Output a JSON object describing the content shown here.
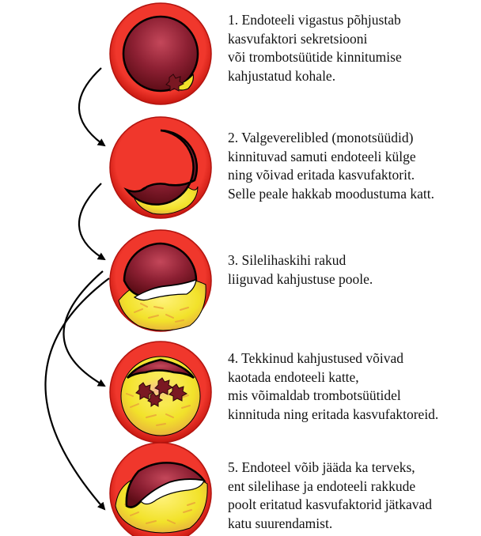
{
  "steps": [
    {
      "lines": [
        "1. Endoteeli vigastus põhjustab",
        "kasvufaktori sekretsiooni",
        "või trombotsüütide kinnitumise",
        "kahjustatud kohale."
      ]
    },
    {
      "lines": [
        "2. Valgeverelibled (monotsüüdid)",
        "kinnituvad samuti endoteeli külge",
        "ning võivad eritada kasvufaktorit.",
        "Selle peale hakkab moodustuma katt."
      ]
    },
    {
      "lines": [
        "3. Silelihaskihi rakud",
        "liiguvad kahjustuse poole."
      ]
    },
    {
      "lines": [
        "4. Tekkinud kahjustused võivad",
        "kaotada endoteeli katte,",
        "mis võimaldab trombotsüütidel",
        "kinnituda ning eritada kasvufaktoreid."
      ]
    },
    {
      "lines": [
        "5. Endoteel võib jääda ka terveks,",
        "ent silelihase ja endoteeli rakkude",
        "poolt eritatud kasvufaktorid jätkavad",
        "katu suurendamist."
      ]
    }
  ],
  "colors": {
    "vessel_wall": "#e8231c",
    "vessel_edge": "#b3140f",
    "lumen_dark": "#5e0d17",
    "lumen_light": "#c4475a",
    "plaque_yellow": "#f2e22a",
    "plaque_orange": "#e9a23b",
    "platelet": "#7a1822",
    "arrow": "#000000"
  }
}
